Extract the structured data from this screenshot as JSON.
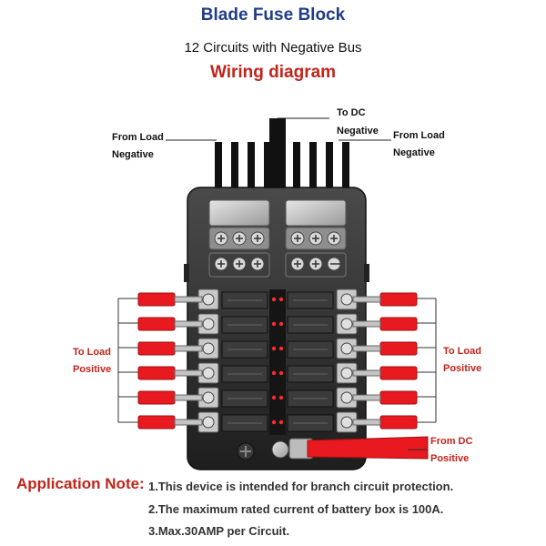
{
  "header": {
    "title": "Blade Fuse Block",
    "subtitle": "12 Circuits with Negative Bus",
    "heading": "Wiring diagram"
  },
  "labels": {
    "to_dc": [
      "To DC",
      "Negative"
    ],
    "from_load_left": [
      "From Load",
      "Negative"
    ],
    "from_load_right": [
      "From Load",
      "Negative"
    ],
    "to_load_left": [
      "To Load",
      "Positive"
    ],
    "to_load_right": [
      "To Load",
      "Positive"
    ],
    "from_dc": [
      "From DC",
      "Positive"
    ]
  },
  "note": {
    "title": "Application Note:",
    "lines": [
      "1.This device is intended for branch circuit protection.",
      "2.The maximum rated current of battery box is 100A.",
      "3.Max.30AMP per Circuit."
    ]
  },
  "colors": {
    "title": "#1f3c88",
    "accent_red": "#c0241a",
    "wire_red": "#e8191f",
    "body_dark": "#2b2b2b",
    "metal": "#bdbdbd"
  }
}
